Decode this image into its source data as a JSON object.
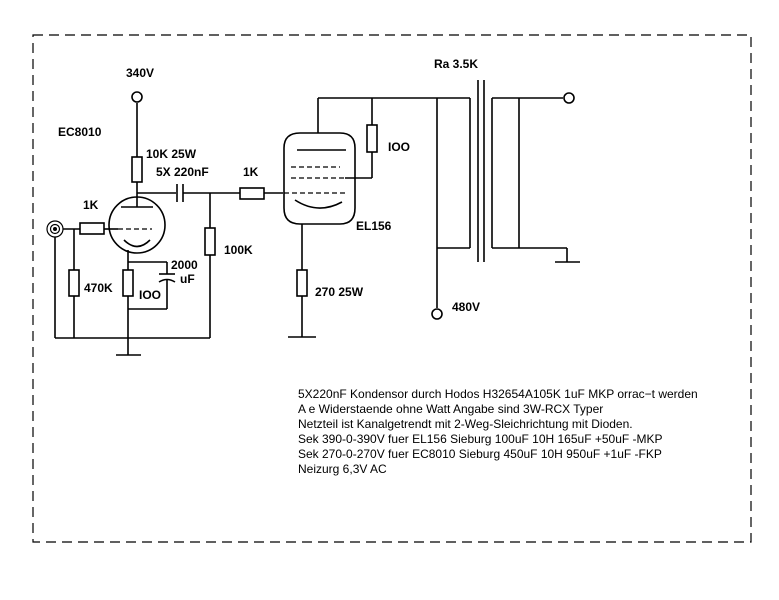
{
  "labels": {
    "supply_340": "340V",
    "tube_ec8010": "EC8010",
    "res_10k": "10K 25W",
    "cap_coupling": "5X 220nF",
    "res_1k_grid": "1K",
    "res_1k_input": "1K",
    "cap_2000": "2000",
    "cap_2000_unit": "uF",
    "res_470k": "470K",
    "res_100_cathode": "IOO",
    "res_100k": "100K",
    "res_100_screen": "IOO",
    "tube_el156": "EL156",
    "res_270": "270 25W",
    "supply_480": "480V",
    "transformer_ra": "Ra 3.5K"
  },
  "notes": [
    "5X220nF Kondensor durch Hodos H32654A105K 1uF MKP orrac−t werden",
    "A e Widerstaende ohne Watt Angabe sind 3W-RCX Typer",
    "Netzteil ist Kanalgetrendt mit 2-Weg-Sleichrichtung mit Dioden.",
    "Sek 390-0-390V fuer EL156   Sieburg 100uF 10H 165uF +50uF -MKP",
    "Sek 270-0-270V fuer  EC8010   Sieburg 450uF 10H 950uF +1uF -FKP",
    "Neizurg 6,3V AC"
  ]
}
